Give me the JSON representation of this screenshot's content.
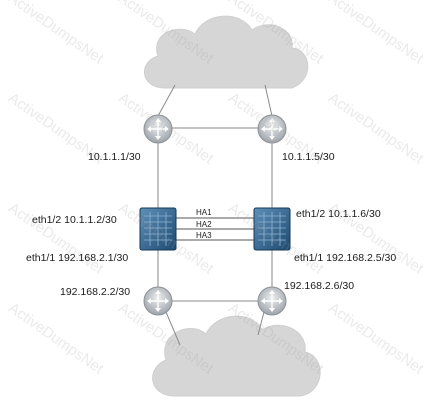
{
  "labels": {
    "r1_ip": "10.1.1.1/30",
    "r2_ip": "10.1.1.5/30",
    "fw1_eth12": "eth1/2 10.1.1.2/30",
    "fw2_eth12": "eth1/2 10.1.1.6/30",
    "fw1_eth11": "eth1/1 192.168.2.1/30",
    "fw2_eth11": "eth1/1 192.168.2.5/30",
    "r3_ip": "192.168.2.2/30",
    "r4_ip": "192.168.2.6/30"
  },
  "ha_links": [
    "HA1",
    "HA2",
    "HA3"
  ],
  "watermark": "ActiveDumpsNet",
  "colors": {
    "cloud": "#d6d6d6",
    "router": "#c9ccd0",
    "firewall": "#2f5f86",
    "line": "#8a8a8a"
  }
}
